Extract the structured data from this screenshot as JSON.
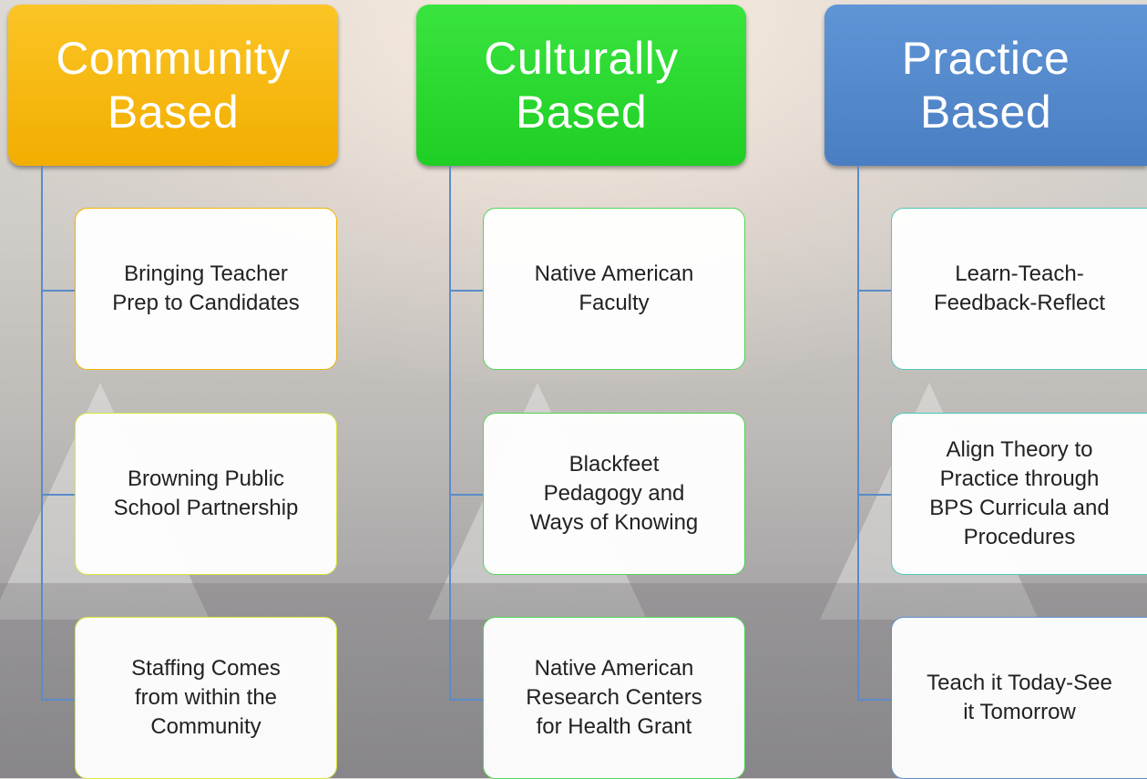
{
  "columns": [
    {
      "title": "Community\nBased",
      "items": [
        "Bringing Teacher\nPrep to Candidates",
        "Browning Public\nSchool Partnership",
        "Staffing Comes\nfrom within the\nCommunity"
      ]
    },
    {
      "title": "Culturally\nBased",
      "items": [
        "Native American\nFaculty",
        "Blackfeet\nPedagogy and\nWays of Knowing",
        "Native American\nResearch Centers\nfor Health Grant"
      ]
    },
    {
      "title": "Practice\nBased",
      "items": [
        "Learn-Teach-\nFeedback-Reflect",
        "Align Theory to\nPractice through\nBPS Curricula and\nProcedures",
        "Teach it Today-See\nit Tomorrow"
      ]
    }
  ],
  "colors": {
    "community_header": "#f4b000",
    "culturally_header": "#22d028",
    "practice_header": "#4f84c7",
    "connector": "#5b8bc9"
  }
}
